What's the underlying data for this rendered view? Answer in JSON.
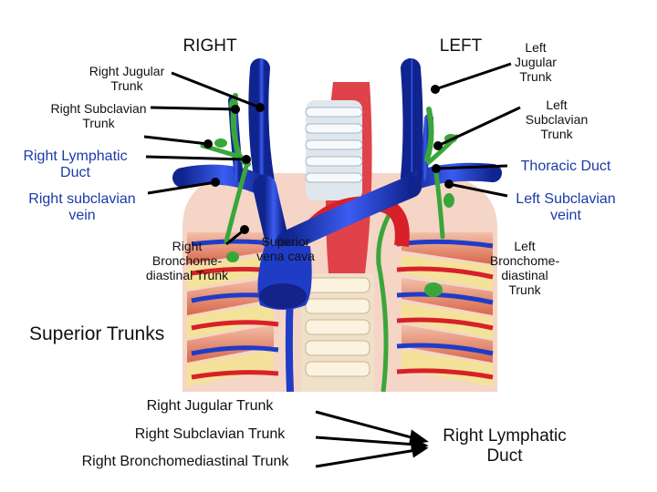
{
  "headers": {
    "right": "RIGHT",
    "left": "LEFT"
  },
  "labels": {
    "right_jugular_trunk": "Right Jugular Trunk",
    "right_subclavian_trunk": "Right Subclavian Trunk",
    "right_lymphatic_duct": "Right Lymphatic Duct",
    "right_subclavian_vein": "Right subclavian vein",
    "right_bronchomediastinal_trunk": "Right Bronchome-diastinal Trunk",
    "superior_vena_cava": "Superior vena cava",
    "left_jugular_trunk": "Left Jugular Trunk",
    "left_subclavian_trunk": "Left Subclavian Trunk",
    "thoracic_duct": "Thoracic Duct",
    "left_subclavian_vein": "Left Subclavian veint",
    "left_bronchomediastinal_trunk": "Left Bronchome-diastinal Trunk"
  },
  "summary": {
    "title": "Superior Trunks",
    "inputs": [
      "Right Jugular Trunk",
      "Right Subclavian Trunk",
      "Right Bronchomediastinal  Trunk"
    ],
    "output": "Right Lymphatic Duct"
  },
  "colors": {
    "vein": "#1f3cc7",
    "lymph": "#3aa63a",
    "artery": "#d8202a",
    "muscle": "#d86a4a",
    "bone": "#f4e29a",
    "trachea": "#dfe7ee",
    "label_blue": "#1b3aa8"
  }
}
